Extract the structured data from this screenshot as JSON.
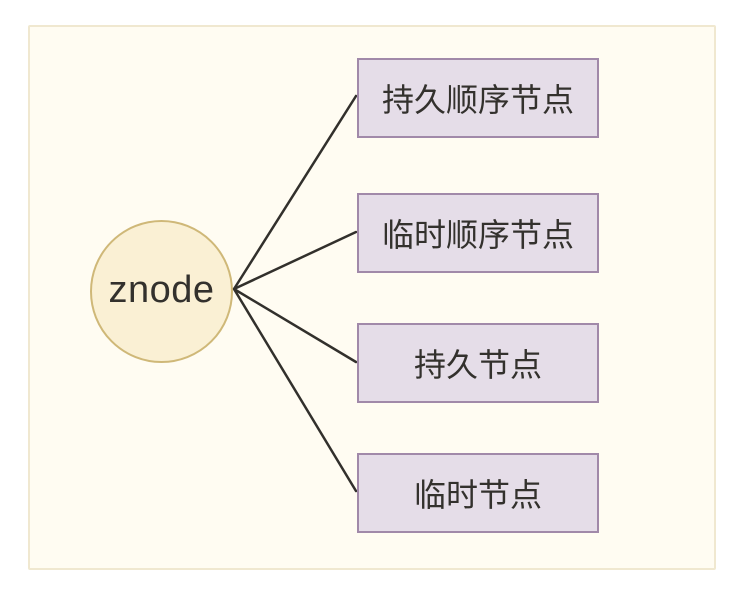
{
  "diagram": {
    "root": {
      "label": "znode"
    },
    "children": [
      {
        "label": "持久顺序节点"
      },
      {
        "label": "临时顺序节点"
      },
      {
        "label": "持久节点"
      },
      {
        "label": "临时节点"
      }
    ]
  },
  "colors": {
    "page_bg": "#ffffff",
    "canvas_bg": "#fffcf2",
    "canvas_border": "#f0e8d0",
    "circle_fill": "#faf0d4",
    "circle_border": "#cfb878",
    "box_fill": "#e5dde8",
    "box_border": "#a189a9",
    "line": "#32302c",
    "text": "#33312d"
  }
}
